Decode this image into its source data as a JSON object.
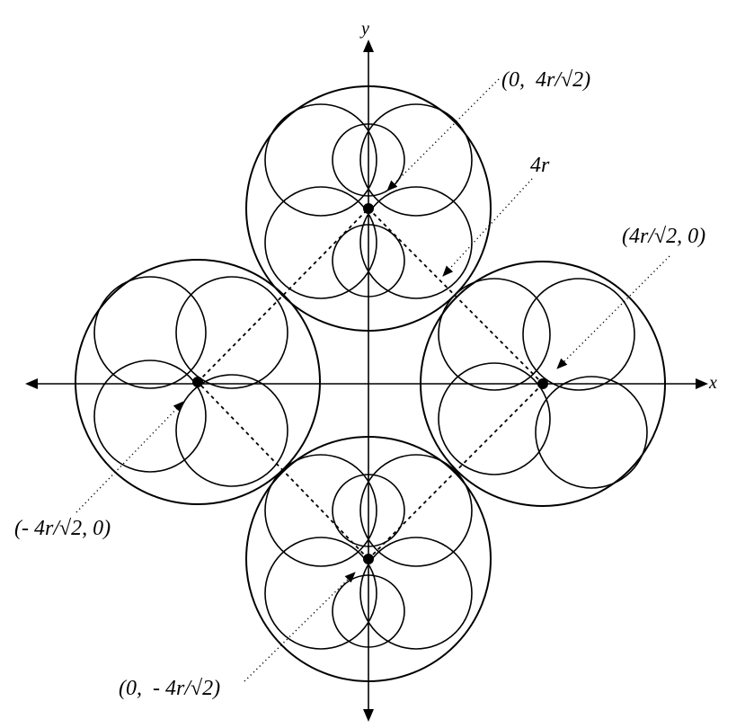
{
  "axes": {
    "x_label": "x",
    "y_label": "y"
  },
  "points": [
    {
      "id": "top",
      "label": "(0,  4r/√2)"
    },
    {
      "id": "right",
      "label": "(4r/√2, 0)"
    },
    {
      "id": "left",
      "label": "(- 4r/√2, 0)"
    },
    {
      "id": "bottom",
      "label": "(0,  - 4r/√2)"
    }
  ],
  "dimension_label": "4r",
  "colors": {
    "stroke": "#000000",
    "background": "#ffffff"
  }
}
